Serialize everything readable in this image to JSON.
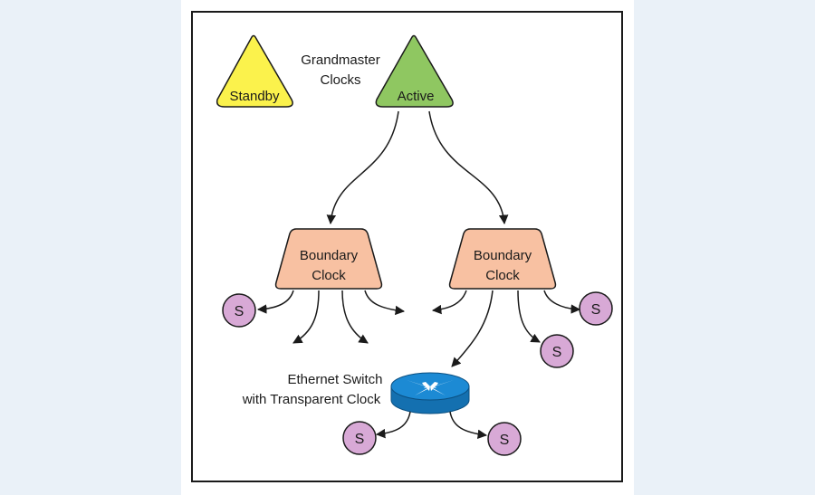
{
  "grandmaster_label": [
    "Grandmaster",
    "Clocks"
  ],
  "standby_clock": {
    "label": "Standby",
    "color": "#fbf24c"
  },
  "active_clock": {
    "label": "Active",
    "color": "#8fc761"
  },
  "boundary_clocks": [
    {
      "label": [
        "Boundary",
        "Clock"
      ],
      "color": "#f8c1a2"
    },
    {
      "label": [
        "Boundary",
        "Clock"
      ],
      "color": "#f8c1a2"
    }
  ],
  "slave_label": "S",
  "slave_color": "#d8a9d6",
  "switch_label": [
    "Ethernet Switch",
    "with Transparent Clock"
  ],
  "switch_color": "#1c8ad4"
}
